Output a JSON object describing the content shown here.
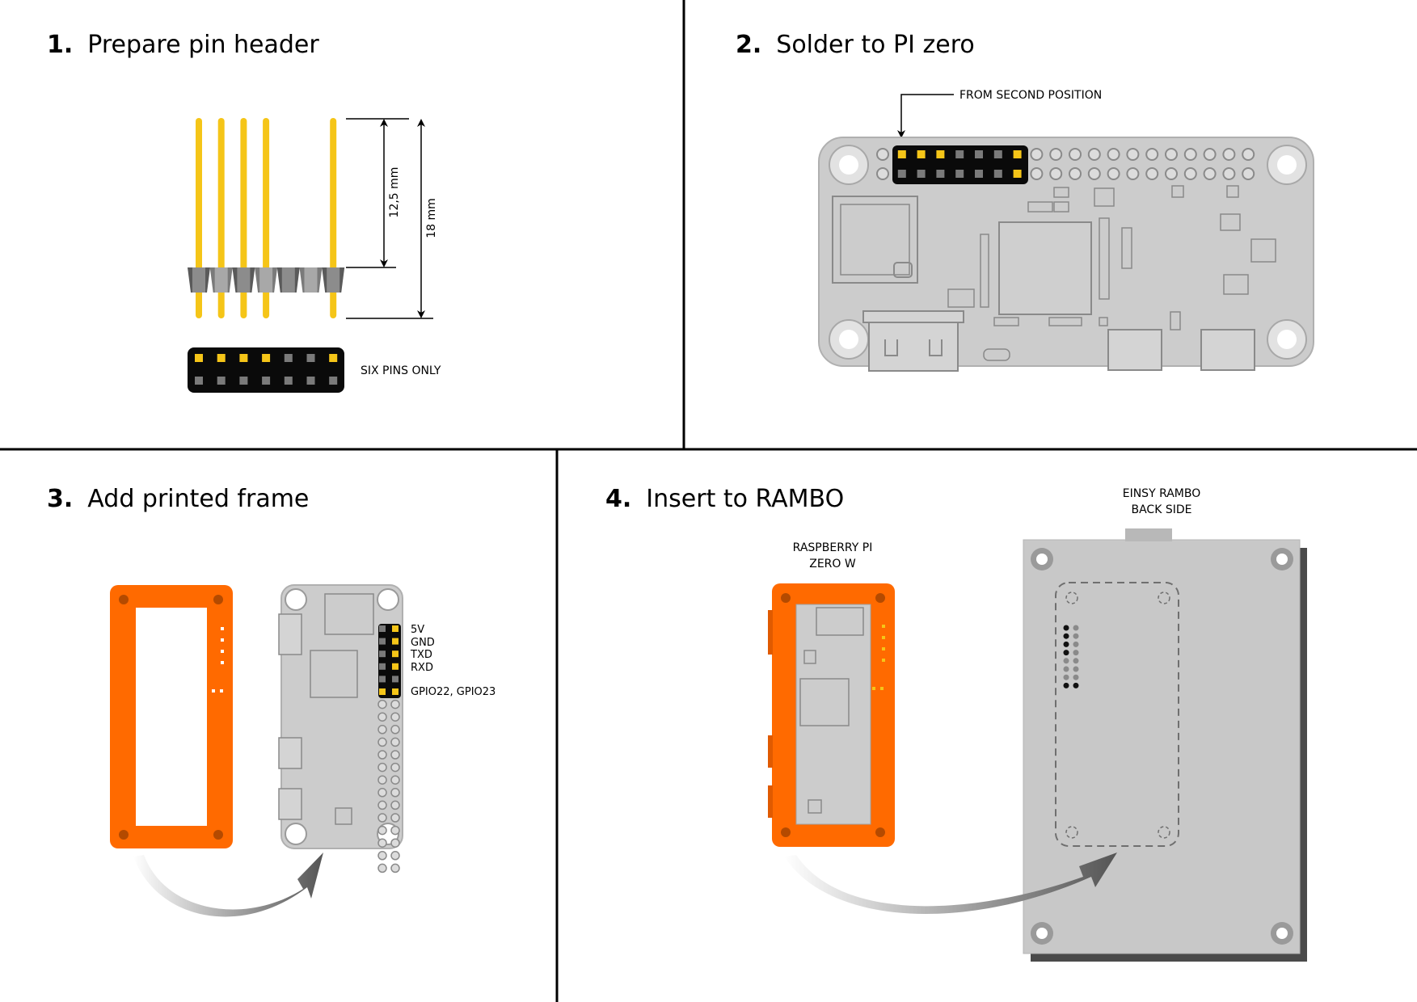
{
  "colors": {
    "pin_gold": "#f5c518",
    "header_black": "#0a0a0a",
    "board_gray": "#cccccc",
    "board_outline": "#9c9c9c",
    "frame_orange": "#ff6a00",
    "rambo_gray": "#c8c8c8",
    "rambo_shadow": "#4a4a4a"
  },
  "steps": [
    {
      "number": "1.",
      "title": "Prepare pin header",
      "dimension_short": "12,5 mm",
      "dimension_long": "18 mm",
      "note": "SIX PINS ONLY"
    },
    {
      "number": "2.",
      "title": "Solder to PI zero",
      "note": "FROM SECOND POSITION"
    },
    {
      "number": "3.",
      "title": "Add printed frame",
      "pin_labels": [
        "5V",
        "GND",
        "TXD",
        "RXD",
        "GPIO22, GPIO23"
      ]
    },
    {
      "number": "4.",
      "title": "Insert to RAMBO",
      "label_pi": [
        "RASPBERRY PI",
        "ZERO W"
      ],
      "label_rambo": [
        "EINSY RAMBO",
        "BACK SIDE"
      ]
    }
  ],
  "icons": [
    "arrow-down-icon",
    "curved-arrow-icon",
    "dimension-arrow-icon"
  ]
}
